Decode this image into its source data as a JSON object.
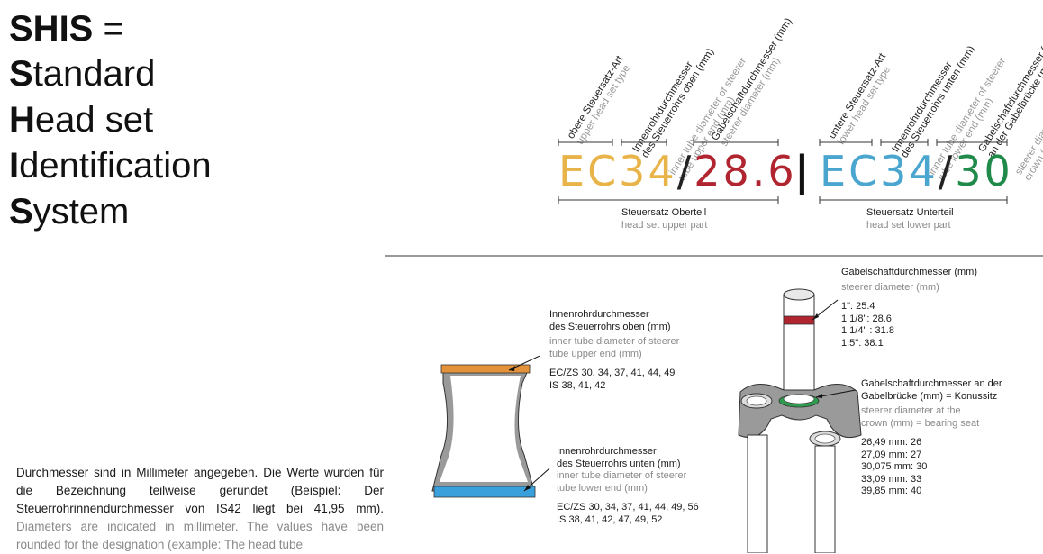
{
  "title": {
    "line1_bold": "SHIS",
    "line1_rest": " =",
    "lines": [
      {
        "initial": "S",
        "rest": "tandard"
      },
      {
        "initial": "H",
        "rest": "ead set"
      },
      {
        "initial": "I",
        "rest": "dentification"
      },
      {
        "initial": "S",
        "rest": "ystem"
      }
    ]
  },
  "code": {
    "upper_type": "EC34",
    "slash1": "/",
    "upper_diameter": "28.6",
    "divider": "|",
    "lower_type": "EC34",
    "slash2": "/",
    "lower_diameter": "30",
    "colors": {
      "upper_type": "#e8b44a",
      "upper_diameter": "#b0252f",
      "lower_type": "#4aa6cf",
      "lower_diameter": "#1f8a4a"
    }
  },
  "rotated_labels": [
    {
      "de": "obere Steuersatz-Art",
      "en": "upper head set type"
    },
    {
      "de": "Innenrohrdurchmesser\ndes Steuerrohrs oben (mm)",
      "en": "inner tube diameter of steerer\ntube upper end (mm)"
    },
    {
      "de": "Gabelschaftdurchmesser (mm)",
      "en": "steerer diameter (mm)"
    },
    {
      "de": "untere Steuersatz-Art",
      "en": "lower head set type"
    },
    {
      "de": "Innenrohrdurchmesser\ndes Steuerrohrs unten (mm)",
      "en": "inner tube diameter of steerer\ntube lower end (mm)"
    },
    {
      "de": "Gabelschaftdurchmesser (mm)\nan der Gabelbrücke (mm)",
      "en": "steerer diameter at the\ncrown (mm)"
    }
  ],
  "parts": {
    "upper": {
      "de": "Steuersatz Oberteil",
      "en": "head set upper part"
    },
    "lower": {
      "de": "Steuersatz Unterteil",
      "en": "head set lower part"
    }
  },
  "head_tube": {
    "upper": {
      "de1": "Innenrohrdurchmesser",
      "de2": "des Steuerrohrs oben (mm)",
      "en1": "inner tube diameter of steerer",
      "en2": "tube upper end (mm)",
      "v1": "EC/ZS 30, 34, 37, 41, 44, 49",
      "v2": "IS 38, 41, 42"
    },
    "lower": {
      "de1": "Innenrohrdurchmesser",
      "de2": "des Steuerrohrs unten (mm)",
      "en1": "inner tube diameter of steerer",
      "en2": "tube lower end (mm)",
      "v1": "EC/ZS 30, 34, 37, 41, 44, 49, 56",
      "v2": "IS 38, 41, 42, 47, 49, 52"
    }
  },
  "steerer": {
    "de": "Gabelschaftdurchmesser (mm)",
    "en": "steerer diameter (mm)",
    "values": [
      "1\": 25.4",
      "1 1/8\": 28.6",
      "1 1/4\" : 31.8",
      "1.5\": 38.1"
    ]
  },
  "crown": {
    "de1": "Gabelschaftdurchmesser an der",
    "de2": "Gabelbrücke (mm) = Konussitz",
    "en1": "steerer diameter at the",
    "en2": "crown (mm) = bearing seat",
    "values": [
      "26,49 mm: 26",
      "27,09 mm: 27",
      "30,075 mm: 30",
      "33,09 mm: 33",
      "39,85 mm: 40"
    ]
  },
  "note": {
    "de": "Durchmesser sind in Millimeter angegeben. Die Werte wurden für die Bezeichnung teilweise gerundet (Beispiel: Der Steuerrohrinnendurchmesser von IS42 liegt bei 41,95 mm).",
    "en": "Diameters are indicated in millimeter. The values have been rounded for the designation (example: The head tube"
  }
}
